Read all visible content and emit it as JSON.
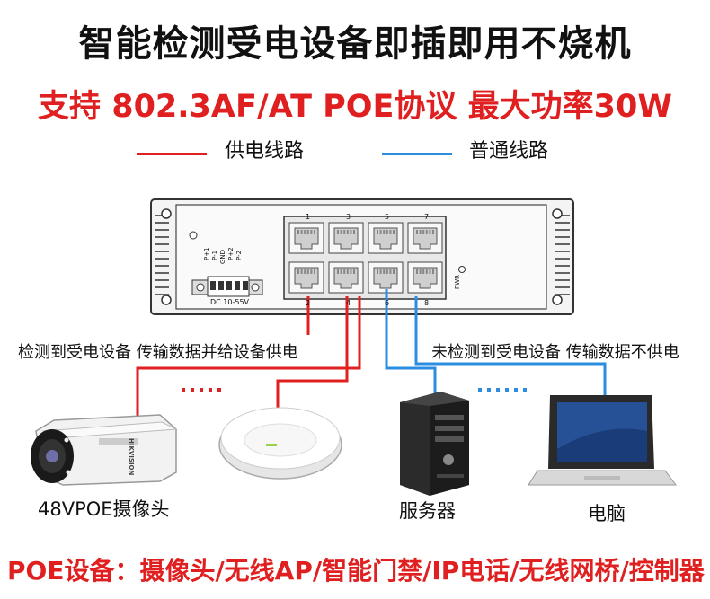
{
  "title": "智能检测受电设备即插即用不烧机",
  "subtitle": "支持 802.3AF/AT POE协议 最大功率30W",
  "legend": {
    "power_line": {
      "label": "供电线路",
      "color": "#e02020"
    },
    "normal_line": {
      "label": "普通线路",
      "color": "#2a8de0"
    }
  },
  "switch": {
    "port_numbers_top": [
      "1",
      "3",
      "5",
      "7"
    ],
    "port_numbers_bottom": [
      "2",
      "4",
      "6",
      "8"
    ],
    "terminal_labels": [
      "P+1",
      "P-1",
      "GND",
      "P+2",
      "P-2"
    ],
    "power_input_label": "DC 10-55V",
    "pwr_label": "PWR"
  },
  "captions": {
    "left": "检测到受电设备 传输数据并给设备供电",
    "right": "未检测到受电设备 传输数据不供电"
  },
  "devices": {
    "camera": {
      "label": "48VPOE摄像头",
      "brand": "HIKVISION"
    },
    "ap": {
      "label": ""
    },
    "server": {
      "label": "服务器"
    },
    "laptop": {
      "label": "电脑"
    }
  },
  "footer": "POE设备：摄像头/无线AP/智能门禁/IP电话/无线网桥/控制器 等"
}
